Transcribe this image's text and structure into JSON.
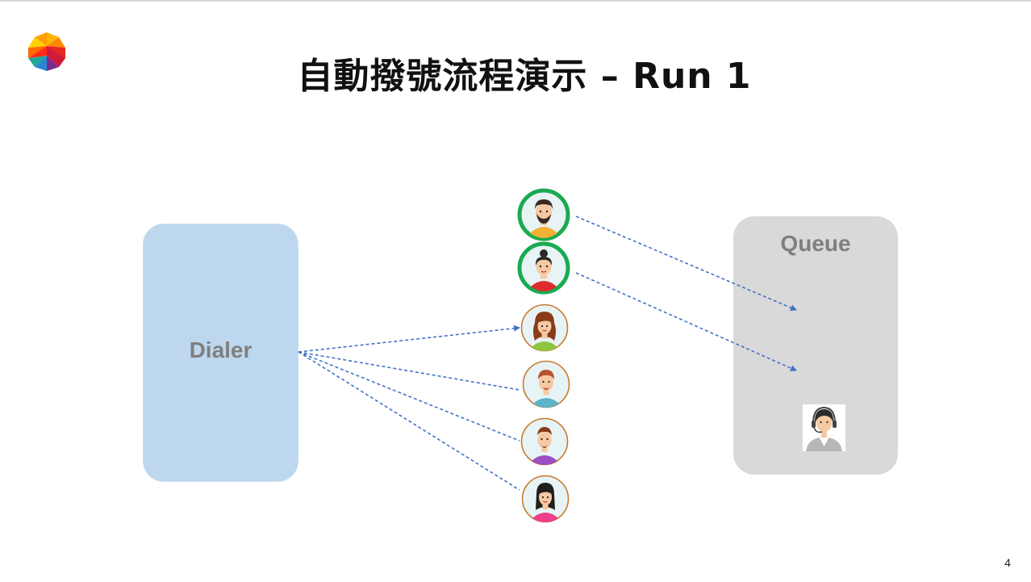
{
  "slide": {
    "title": "自動撥號流程演示 – Run 1",
    "page_number": "4"
  },
  "diagram": {
    "dialer_label": "Dialer",
    "queue_label": "Queue",
    "colors": {
      "dialer_fill": "#bdd7ee",
      "queue_fill": "#d9d9d9",
      "arrow": "#4472c4",
      "answered_ring": "#1aaa4f",
      "pending_ring": "#c97a2e"
    },
    "contacts": [
      {
        "icon": "man-beard-avatar-icon",
        "status": "answered"
      },
      {
        "icon": "woman-bun-avatar-icon",
        "status": "answered"
      },
      {
        "icon": "woman-curly-hair-avatar-icon",
        "status": "dialing"
      },
      {
        "icon": "man-goatee-avatar-icon",
        "status": "dialing"
      },
      {
        "icon": "man-purple-shirt-avatar-icon",
        "status": "dialing"
      },
      {
        "icon": "woman-black-hair-avatar-icon",
        "status": "dialing"
      }
    ],
    "agent_icon": "call-center-agent-headset-icon",
    "logo_icon": "colorful-polygon-logo-icon"
  }
}
